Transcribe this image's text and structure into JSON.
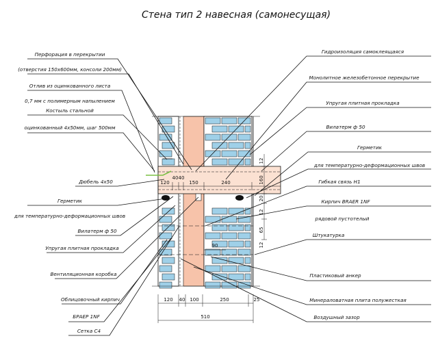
{
  "title": "Стена тип 2 навесная (самонесущая)",
  "labels_left": [
    "Перфорация в перекрытии",
    "(отверстия 150х600мм, консоли 200мм)",
    "Отлив из оцинкованного листа",
    "0,7 мм с полимерным напылением",
    "Костыль стальной",
    "оцинкованный 4х50мм, шаг 500мм",
    "Дюбель 4х50",
    "Герметик",
    "для температурно-деформационных швов",
    "Вилатерм ф 50",
    "Упругая плитная прокладка",
    "Вентиляционная коробка",
    "Облицовочный кирпич",
    "БРАЕР 1NF",
    "Сетка С4"
  ],
  "labels_right": [
    "Гидроизоляция самоклеящаяся",
    "Монолитное железобетонное перекрытие",
    "Упругая плитная прокладка",
    "Вилатерм ф 50",
    "Герметик",
    "для температурно-деформационных швов",
    "Гибкая связь Н1",
    "Кирпич BRAER 1NF",
    "рядовой пустотелый",
    "Штукатурка",
    "Пластиковый анкер",
    "Минераловатная плита полужесткая",
    "Воздушный зазор"
  ],
  "dims_top": [
    "120",
    "40",
    "40",
    "150",
    "240"
  ],
  "dims_bottom": [
    "120",
    "40",
    "100",
    "250",
    "25"
  ],
  "dim_total": "510",
  "dims_right": [
    "12",
    "160",
    "20",
    "12",
    "65",
    "12"
  ],
  "dim_inner": "90",
  "colors": {
    "brick": "#9fd0e8",
    "insulation": "#f1b89a",
    "sealant": "#111111",
    "line": "#111111"
  }
}
